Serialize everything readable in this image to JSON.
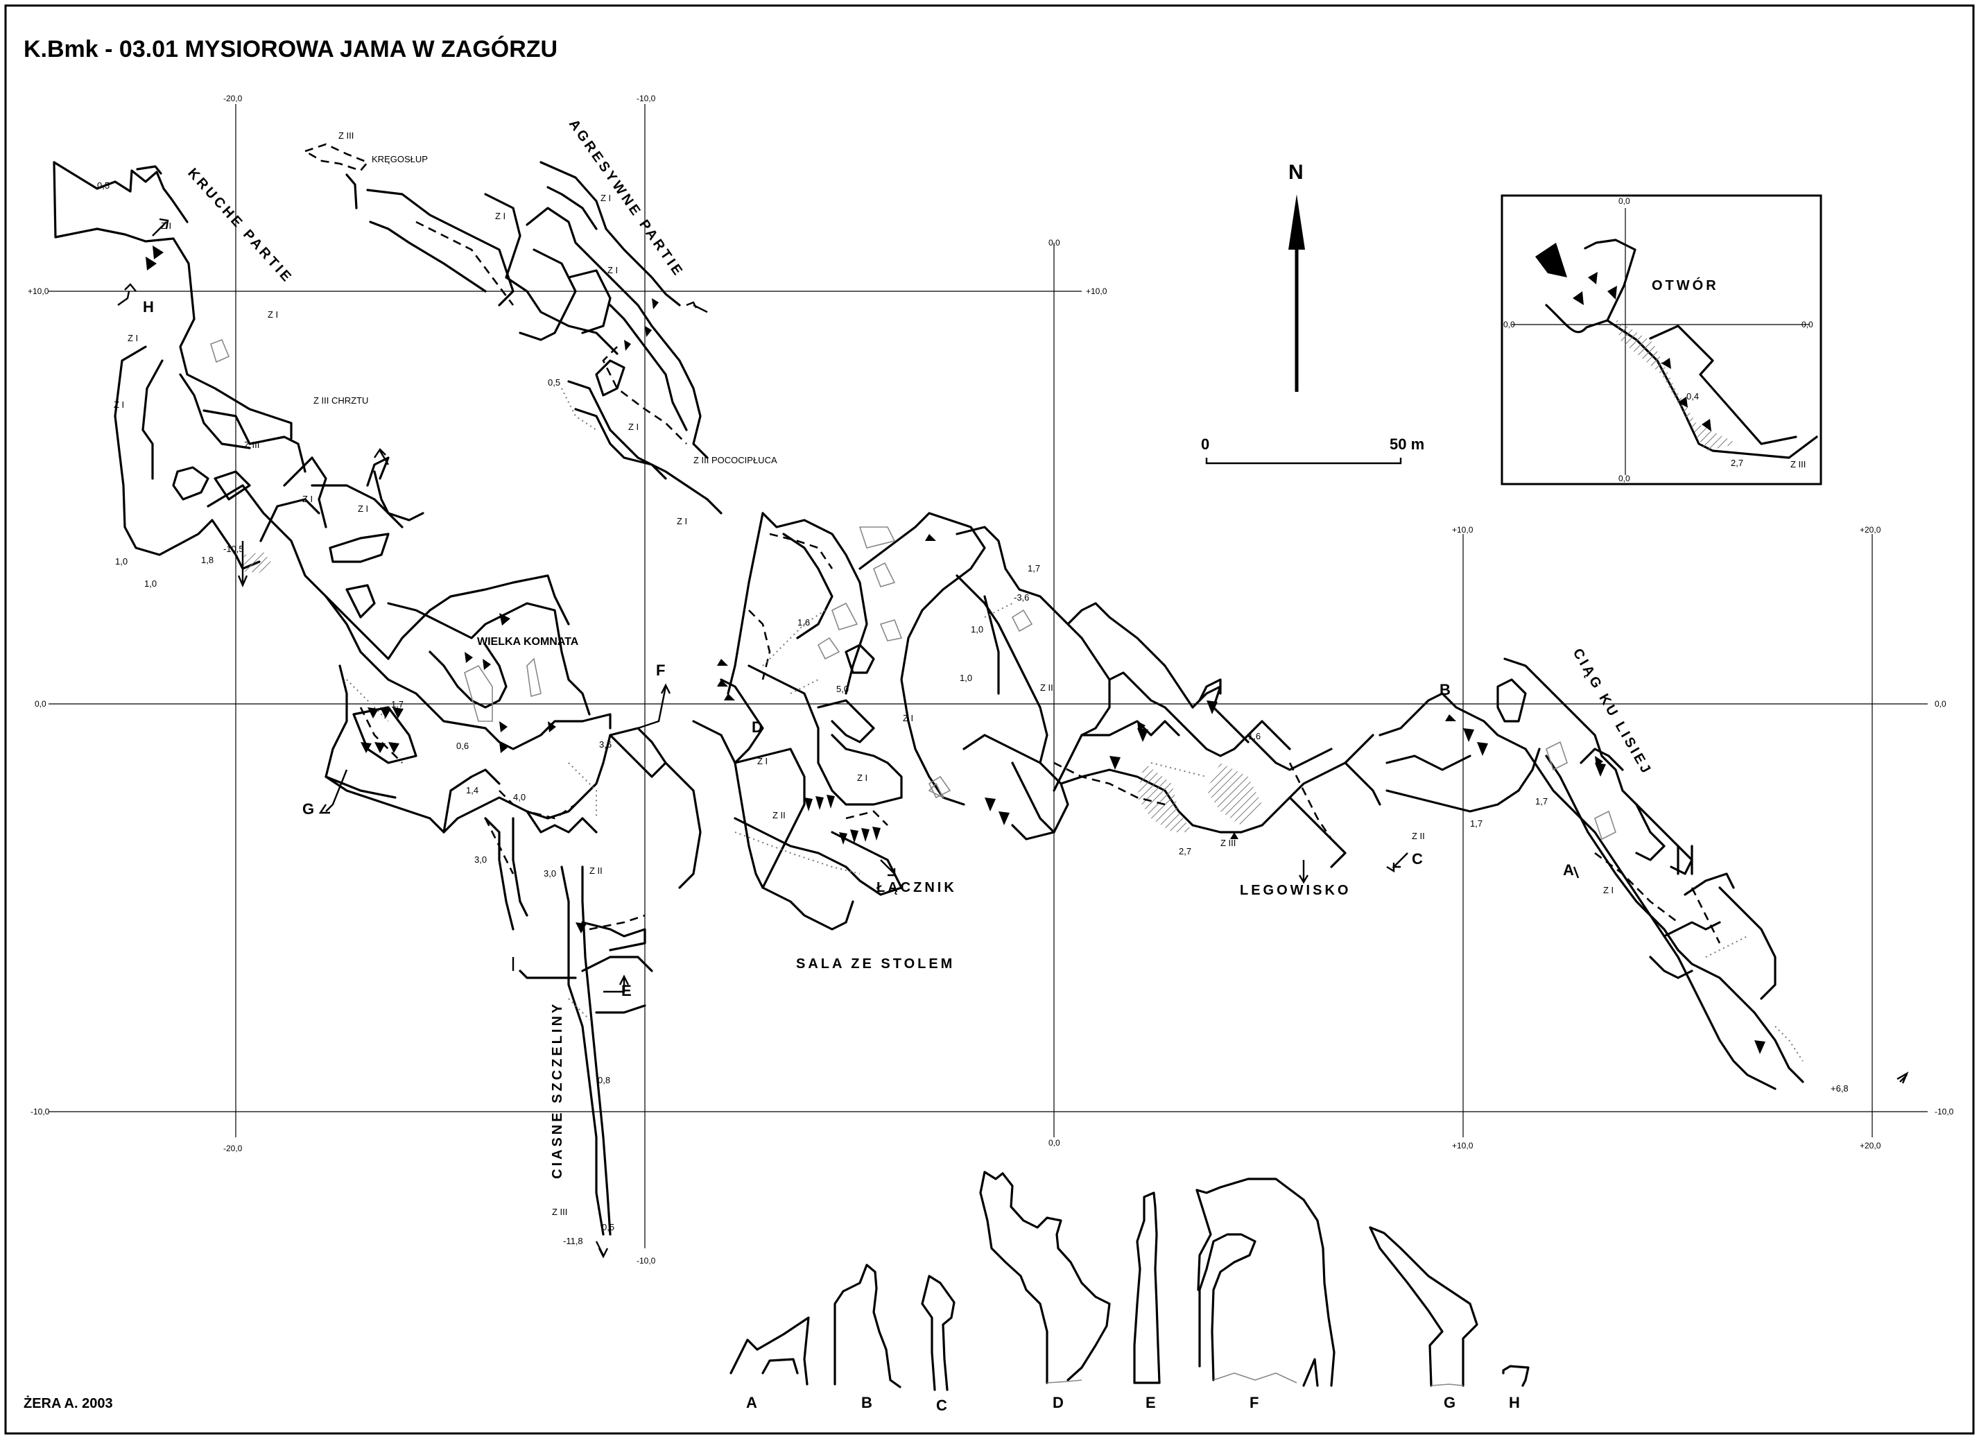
{
  "title": "K.Bmk - 03.01  MYSIOROWA JAMA W ZAGÓRZU",
  "author": "ŻERA A. 2003",
  "north_label": "N",
  "scale": {
    "start": "0",
    "end": "50 m"
  },
  "grid_labels": {
    "top_x": [
      "-20,0",
      "-10,0",
      "0,0",
      "+10,0",
      "+20,0"
    ],
    "left_y": [
      "+10,0",
      "0,0",
      "-10,0"
    ],
    "right_y": [
      "+10,0",
      "0,0",
      "-10,0"
    ],
    "bottom_x": [
      "-20,0",
      "-10,0",
      "0,0",
      "+10,0",
      "+20,0"
    ]
  },
  "region_labels": {
    "kruche": "KRUCHE PARTIE",
    "agresywne": "AGRESYWNE PARTIE",
    "wielka": "WIELKA KOMNATA",
    "lacznik": "ŁĄCZNIK",
    "sala": "SALA ZE STOLEM",
    "legowisko": "LEGOWISKO",
    "ciag": "CIĄG KU LISIEJ",
    "ciasne": "CIASNE SZCZELINY",
    "kregoslup": "KRĘGOSŁUP",
    "chrztu": "Z III CHRZTU",
    "pococi": "Z III POCOCIPŁUCA",
    "otwor": "OTWÓR"
  },
  "depth_labels": [
    "0,5",
    "1,0",
    "1,8",
    "1,0",
    "-10,5",
    "1,7",
    "0,6",
    "1,4",
    "4,0",
    "3,6",
    "3,0",
    "3,0",
    "0,8",
    "0,5",
    "-11,8",
    "1,6",
    "5,0",
    "1,0",
    "1,0",
    "1,7",
    "-3,6",
    "1,6",
    "2,7",
    "1,7",
    "1,7",
    "+6,8",
    "0,5"
  ],
  "zone_labels": [
    "Z I",
    "Z I",
    "Z I",
    "Z I",
    "Z I",
    "Z I",
    "Z I",
    "Z I",
    "Z I",
    "Z I",
    "Z I",
    "Z I",
    "Z I",
    "Z I",
    "Z II",
    "Z II",
    "Z II",
    "Z II",
    "Z III",
    "Z III",
    "Z III",
    "Z III",
    "Z I"
  ],
  "section_letters": [
    "A",
    "B",
    "C",
    "D",
    "E",
    "F",
    "G",
    "H"
  ],
  "inset": {
    "labels": [
      "0,0",
      "0,0",
      "0,0",
      "0,0"
    ],
    "depths": [
      "0,4",
      "2,7"
    ],
    "zone": "Z III",
    "title": "OTWÓR"
  },
  "colors": {
    "line": "#000000",
    "hatch": "#777777",
    "rock": "#888888",
    "fill_dark": "#888888"
  }
}
